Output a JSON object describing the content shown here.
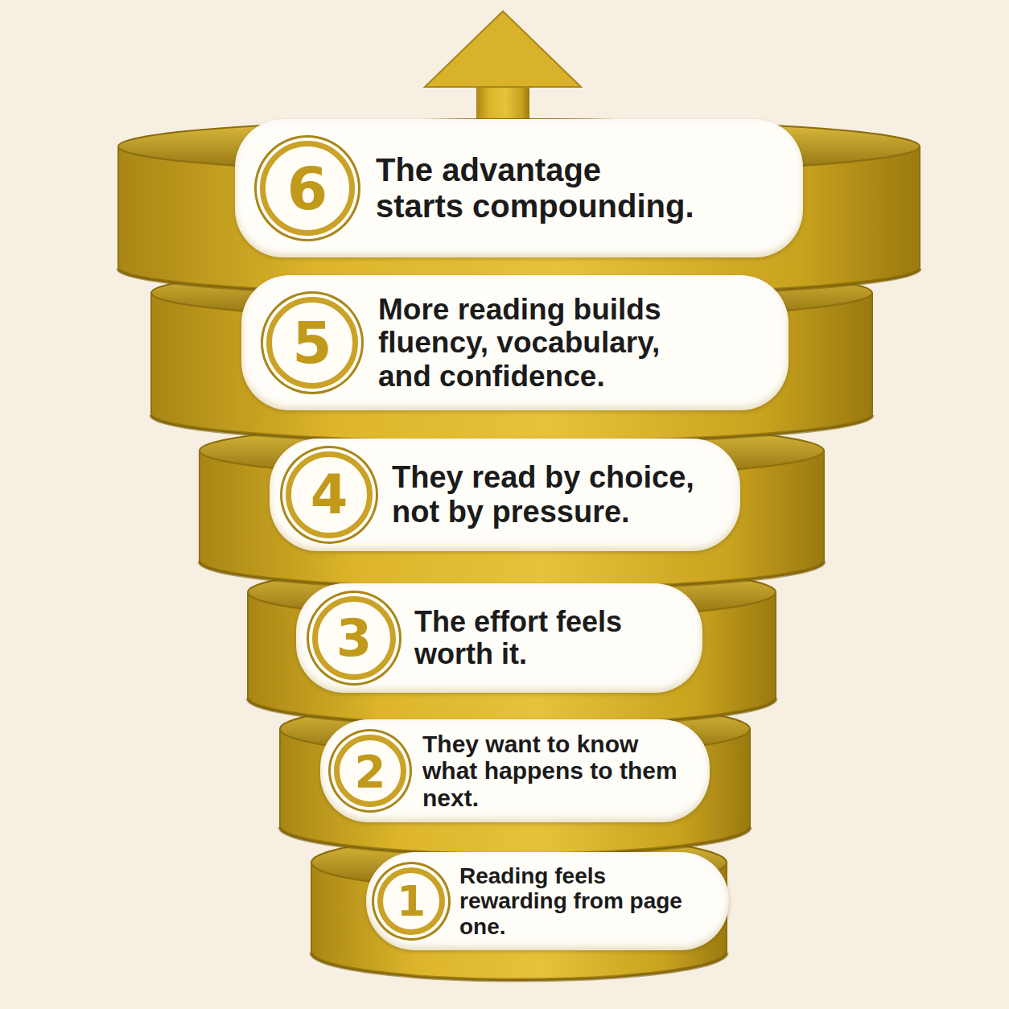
{
  "diagram": {
    "nodes": [
      {
        "text": [
          "1",
          "Reading feels rewarding from page one."
        ]
      },
      {
        "text": [
          "2",
          "They want to know what happens to them next."
        ]
      },
      {
        "text": [
          "3",
          "The effort feels worth it."
        ]
      },
      {
        "text": [
          "4",
          "They read by choice, not by pressure."
        ]
      },
      {
        "text": [
          "5",
          "More reading builds fluency, vocabulary, and confidence."
        ]
      },
      {
        "text": [
          "6",
          "The advantage starts compounding."
        ]
      }
    ]
  }
}
